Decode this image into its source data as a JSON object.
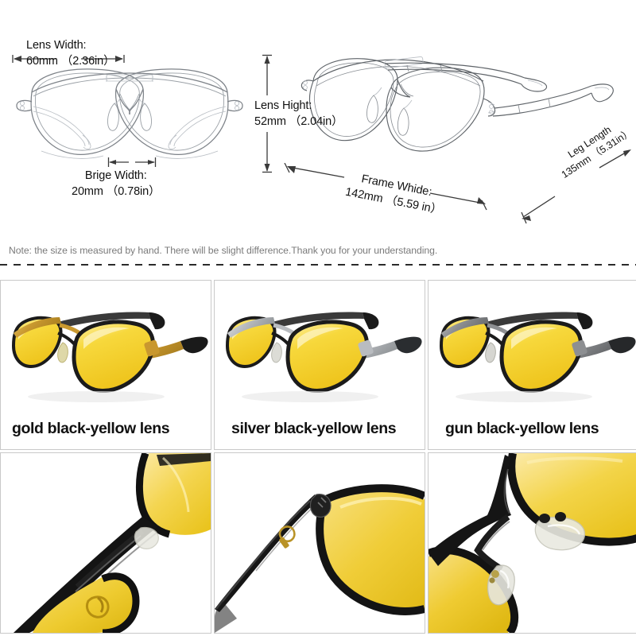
{
  "spec": {
    "lens_width": {
      "title": "Lens Width:",
      "value": "60mm （2.36in）"
    },
    "bridge_width": {
      "title": "Brige Width:",
      "value": "20mm （0.78in）"
    },
    "lens_height": {
      "title": "Lens Hight:",
      "value": "52mm （2.04in）"
    },
    "frame_width": {
      "title": "Frame Whide:",
      "value": "142mm （5.59 in）"
    },
    "leg_length": {
      "title": "Leg Length",
      "value": "135mm （5.31in）"
    }
  },
  "note": {
    "text": "Note: the size is measured by hand. There will be slight difference.Thank you for your understanding."
  },
  "products": [
    {
      "caption": "gold black-yellow lens",
      "frame_color": "#c9982f",
      "accent_color": "#1a1a1a",
      "lens_color": "#f2cf2c"
    },
    {
      "caption": "silver black-yellow lens",
      "frame_color": "#b9bcc0",
      "accent_color": "#1a1a1a",
      "lens_color": "#f2cf2c"
    },
    {
      "caption": "gun black-yellow lens",
      "frame_color": "#8d8f92",
      "accent_color": "#1a1a1a",
      "lens_color": "#f2cf2c"
    }
  ],
  "detail_shots": [
    {
      "name": "bridge-nosepad-closeup"
    },
    {
      "name": "hinge-temple-closeup"
    },
    {
      "name": "nosepad-pair-closeup"
    }
  ],
  "colors": {
    "lens_yellow": "#f2cf2c",
    "lens_yellow_light": "#fbe79a",
    "frame_black": "#161616",
    "border_gray": "#c9c9c9",
    "note_gray": "#7a7a7a",
    "dash_dark": "#2b2b2b"
  }
}
